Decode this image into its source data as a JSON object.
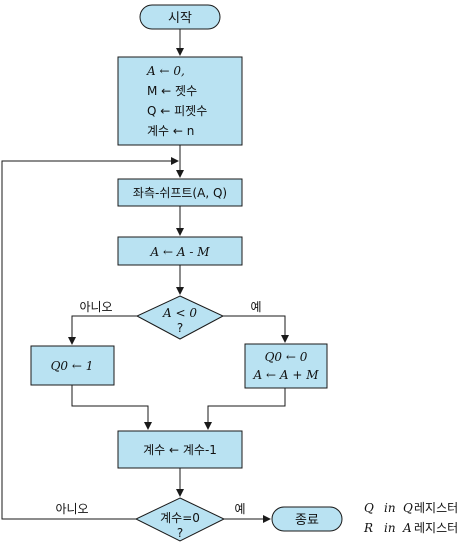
{
  "flowchart": {
    "start": "시작",
    "init": {
      "line1": "A ← 0,",
      "line2": "M ← 젯수",
      "line3": "Q ← 피젯수",
      "line4": "계수 ← n"
    },
    "shift": "좌측-쉬프트(A, Q)",
    "subtract": "A ← A - M",
    "decision1": {
      "line1": "A < 0",
      "line2": "?"
    },
    "branch_no": "아니오",
    "branch_yes": "예",
    "q0_one": "Q0 ← 1",
    "restore": {
      "line1": "Q0 ← 0",
      "line2": "A ← A + M"
    },
    "decrement": "계수 ← 계수-1",
    "decision2": {
      "line1": "계수=0",
      "line2": "?"
    },
    "branch_no_2": "아니오",
    "branch_yes_2": "예",
    "end": "종료"
  },
  "legend": [
    {
      "reg": "Q",
      "word": "in",
      "target": "Q",
      "suffix": "레지스터"
    },
    {
      "reg": "R",
      "word": "in",
      "target": "A",
      "suffix": "레지스터"
    }
  ],
  "colors": {
    "node_fill": "#b9e2f2",
    "line": "#1a1a1a"
  }
}
